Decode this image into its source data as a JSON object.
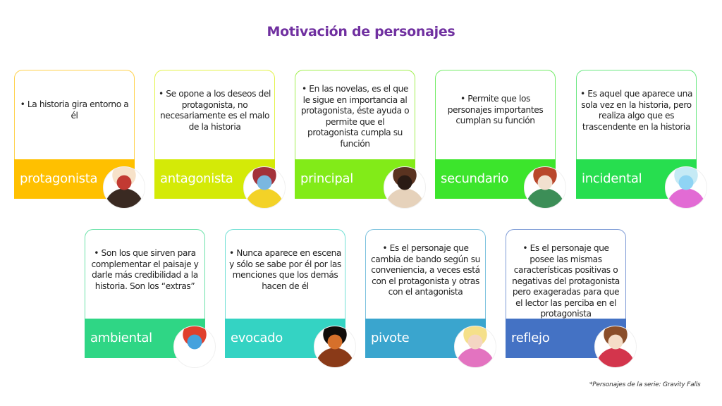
{
  "title": "Motivación de personajes",
  "footnote": "*Personajes de la serie: Gravity Falls",
  "cards": [
    {
      "label": "protagonista",
      "description": "• La historia gira entorno a él",
      "band_color": "#ffc000",
      "border_color": "#ffd24d",
      "avatar_icon": "dipper-avatar-icon",
      "avatar_colors": [
        "#f7e2c9",
        "#3a2a22",
        "#c23a32"
      ]
    },
    {
      "label": "antagonista",
      "description": "• Se opone a los deseos del protagonista, no necesariamente es el malo de la historia",
      "band_color": "#d4ea07",
      "border_color": "#e3f34a",
      "avatar_icon": "bill-cipher-avatar-icon",
      "avatar_colors": [
        "#a3323a",
        "#f3d227",
        "#7ab7e0"
      ]
    },
    {
      "label": "principal",
      "description": "• En las novelas, es el que le sigue en importancia al protagonista, éste ayuda o permite que el protagonista cumpla su función",
      "band_color": "#82eb18",
      "border_color": "#a2f050",
      "avatar_icon": "grunkle-stan-avatar-icon",
      "avatar_colors": [
        "#5a3320",
        "#e6d2bb",
        "#2a1b14"
      ]
    },
    {
      "label": "secundario",
      "description": "• Permite que los personajes importantes cumplan su función",
      "band_color": "#3ce52c",
      "border_color": "#74ec68",
      "avatar_icon": "wendy-avatar-icon",
      "avatar_colors": [
        "#b9472b",
        "#3c8e57",
        "#f2e0cf"
      ]
    },
    {
      "label": "incidental",
      "description": "• Es aquel que aparece una sola vez en la historia, pero realiza algo que es trascendente en la historia",
      "band_color": "#27de4f",
      "border_color": "#6be882",
      "avatar_icon": "unicorn-avatar-icon",
      "avatar_colors": [
        "#c5eaf5",
        "#e26bd4",
        "#8fd4f4"
      ]
    },
    {
      "label": "ambiental",
      "description": "• Son los que sirven para complementar el paisaje y darle más credibilidad a la historia. Son los “extras”",
      "band_color": "#2fd685",
      "border_color": "#6be2a9",
      "avatar_icon": "gnome-avatar-icon",
      "avatar_colors": [
        "#e0402c",
        "#ffffff",
        "#45a2dd"
      ]
    },
    {
      "label": "evocado",
      "description": "• Nunca aparece en escena y sólo se sabe por él por las menciones que los demás hacen de él",
      "band_color": "#34d3c3",
      "border_color": "#72e0d5",
      "avatar_icon": "author-shadow-avatar-icon",
      "avatar_colors": [
        "#100c0a",
        "#8a3a18",
        "#d6702b"
      ]
    },
    {
      "label": "pivote",
      "description": "• Es el personaje que cambia de bando según su conveniencia, a veces está con el protagonista y otras con el antagonista",
      "band_color": "#3aa5ce",
      "border_color": "#7dc2de",
      "avatar_icon": "pacifica-avatar-icon",
      "avatar_colors": [
        "#f5e08a",
        "#e373c0",
        "#f4d6c3"
      ]
    },
    {
      "label": "reflejo",
      "description": "• Es el personaje que posee las mismas características positivas o negativas del protagonista pero exageradas para que el lector las perciba en el protagonista",
      "band_color": "#4472c4",
      "border_color": "#7e9bd6",
      "avatar_icon": "mabel-avatar-icon",
      "avatar_colors": [
        "#8a4e2a",
        "#d3354c",
        "#f5ddc7"
      ]
    }
  ]
}
